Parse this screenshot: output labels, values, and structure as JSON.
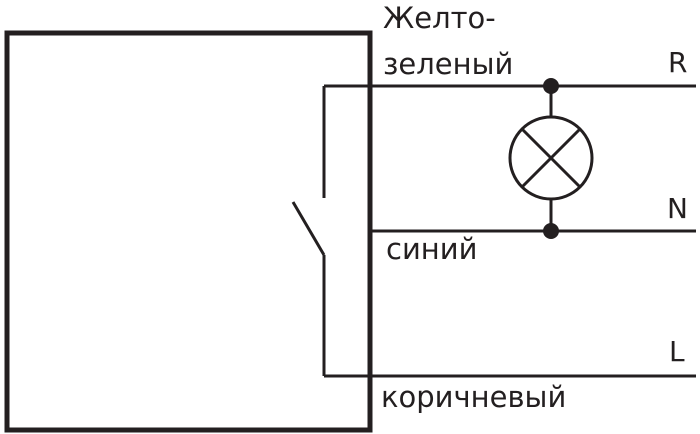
{
  "labels": {
    "yellow_green_line1": "Желто-",
    "yellow_green_line2": "зеленый",
    "blue": "синий",
    "brown": "коричневый"
  },
  "terminals": {
    "r": "R",
    "n": "N",
    "l": "L"
  },
  "colors": {
    "ink": "#231f20",
    "background": "#ffffff"
  }
}
